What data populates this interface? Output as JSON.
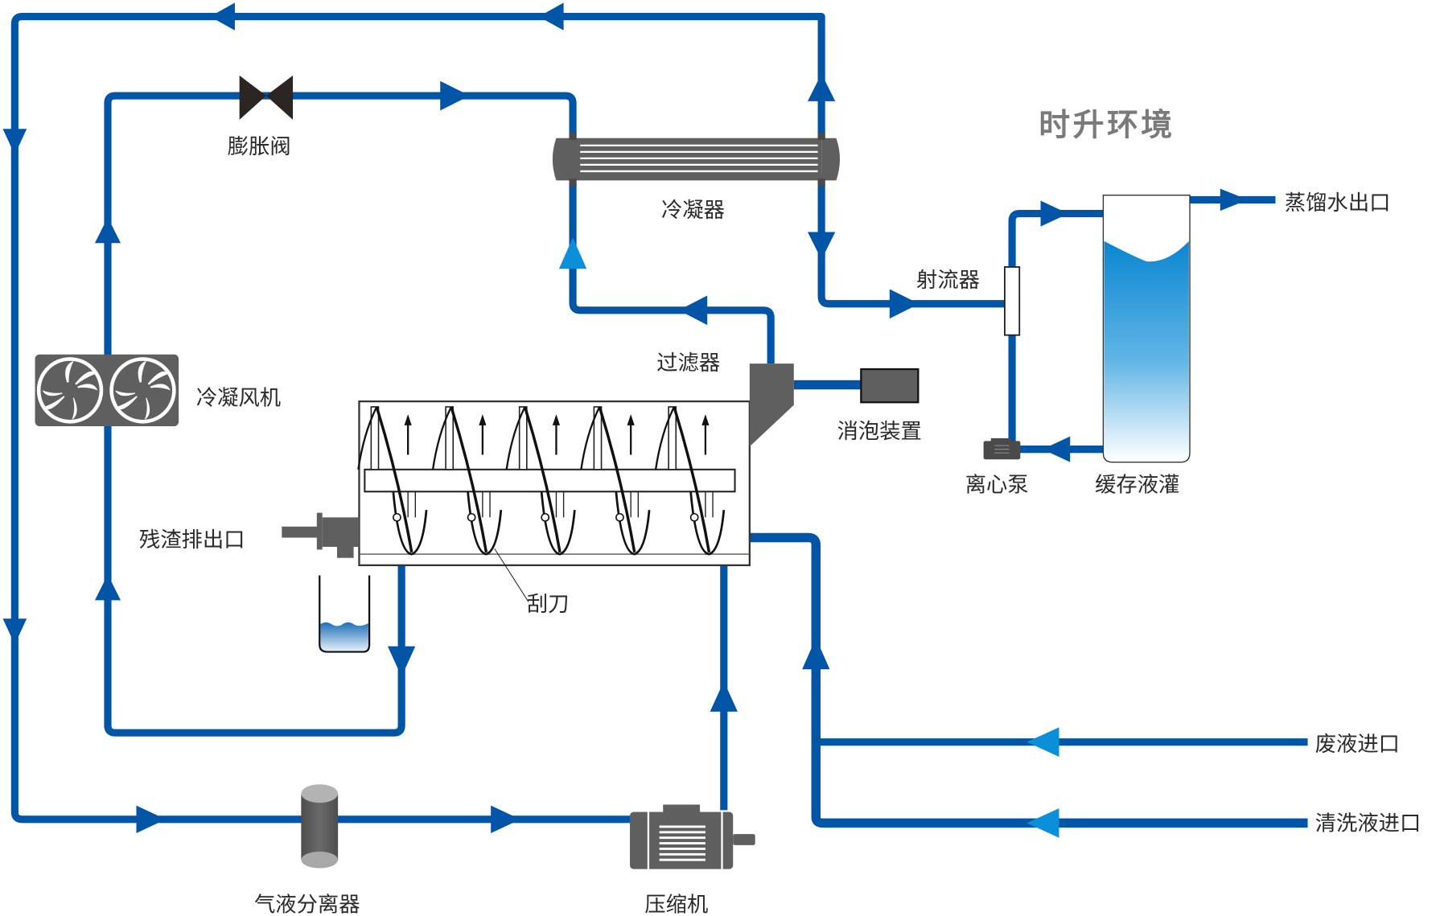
{
  "title": "时升环境",
  "colors": {
    "pipe": "#0055a6",
    "pipe_arrow_light": "#0a8fd8",
    "device": "#5f5f5f",
    "brand_text": "#7a7a7a",
    "label_text": "#2a2a2a"
  },
  "labels": {
    "expansion_valve": "膨胀阀",
    "condenser": "冷凝器",
    "condenser_fan": "冷凝风机",
    "filter": "过滤器",
    "defoamer": "消泡装置",
    "ejector": "射流器",
    "distilled_outlet": "蒸馏水出口",
    "centrifugal_pump": "离心泵",
    "buffer_tank": "缓存液灌",
    "residue_outlet": "残渣排出口",
    "scraper": "刮刀",
    "waste_inlet": "废液进口",
    "cleaning_inlet": "清洗液进口",
    "gas_liquid_separator": "气液分离器",
    "compressor": "压缩机"
  }
}
